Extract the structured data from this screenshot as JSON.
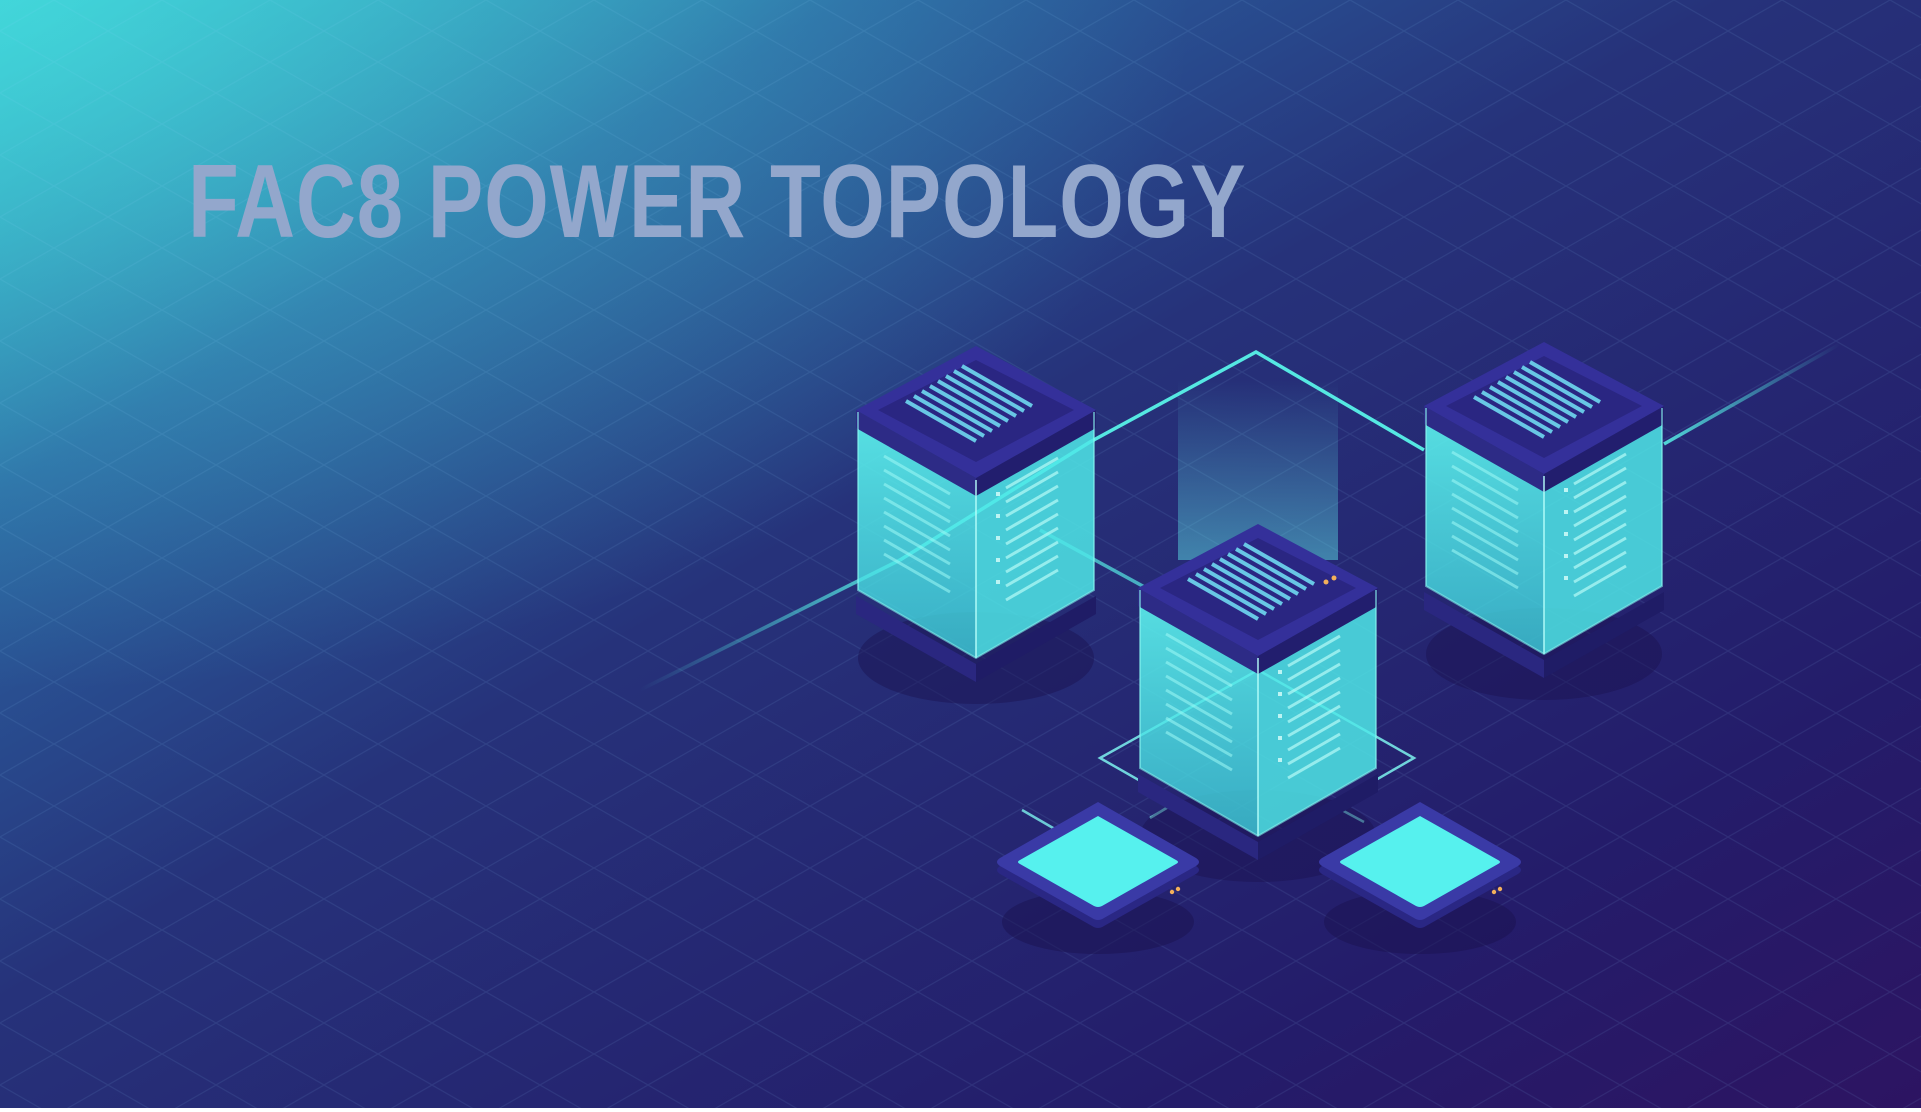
{
  "title": "FAC8 POWER TOPOLOGY",
  "colors": {
    "bg_top_left": "#2fc3d1",
    "bg_mid": "#23317a",
    "bg_bottom_right": "#2a1462",
    "node_glow": "#59f2ee",
    "title_text": "#93a7cc",
    "connector": "#55e8e2",
    "indicator": "#f3b05b"
  },
  "nodes": [
    {
      "id": "server-left",
      "icon": "server-rack-icon"
    },
    {
      "id": "server-right",
      "icon": "server-rack-icon"
    },
    {
      "id": "server-center",
      "icon": "server-rack-icon"
    },
    {
      "id": "device-left",
      "icon": "device-pad-icon"
    },
    {
      "id": "device-right",
      "icon": "device-pad-icon"
    }
  ]
}
